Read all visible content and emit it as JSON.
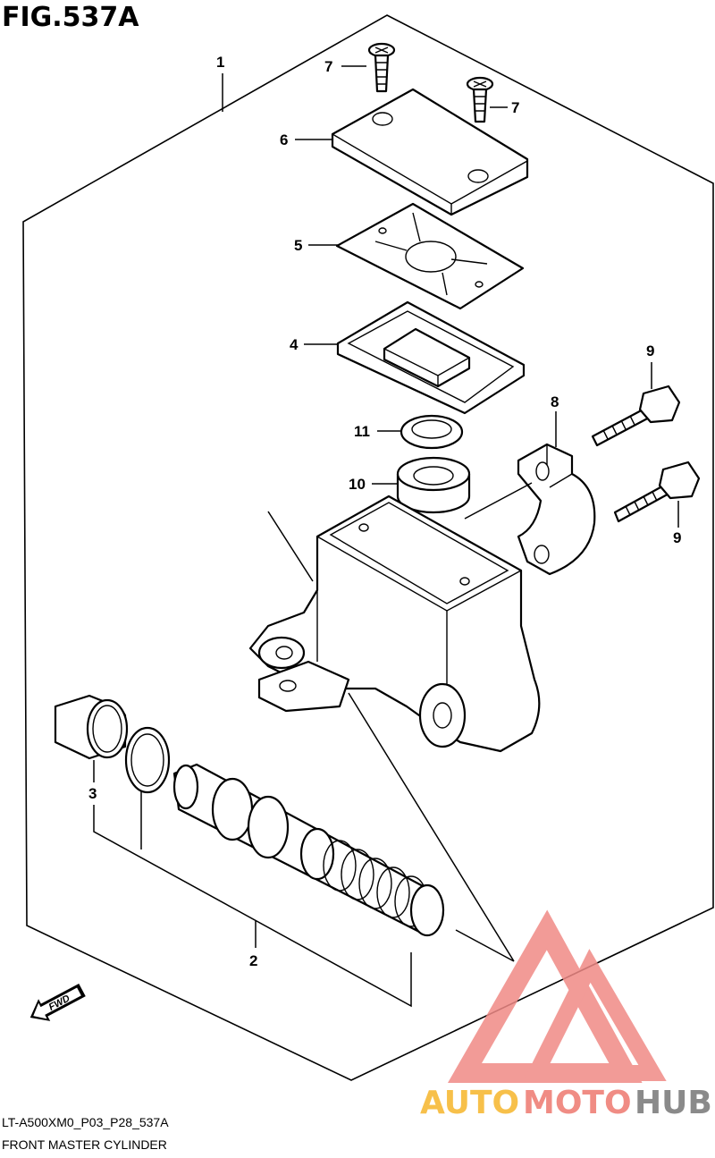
{
  "figure": {
    "title": "FIG.537A",
    "code": "LT-A500XM0_P03_P28_537A",
    "caption": "FRONT MASTER CYLINDER"
  },
  "direction_badge": "FWD",
  "callouts": {
    "c1": "1",
    "c2": "2",
    "c3": "3",
    "c4": "4",
    "c5": "5",
    "c6": "6",
    "c7a": "7",
    "c7b": "7",
    "c8": "8",
    "c9a": "9",
    "c9b": "9",
    "c10": "10",
    "c11": "11"
  },
  "watermark": {
    "text_a": "AUTO",
    "text_b": "MOTO",
    "text_c": "HUB",
    "color_a": "#f7c04a",
    "color_b": "#f08c84",
    "color_c": "#8a8a8a",
    "logo_color": "#f08a86"
  },
  "icons": [
    "arrow-fwd-icon",
    "automotohub-logo-icon"
  ]
}
